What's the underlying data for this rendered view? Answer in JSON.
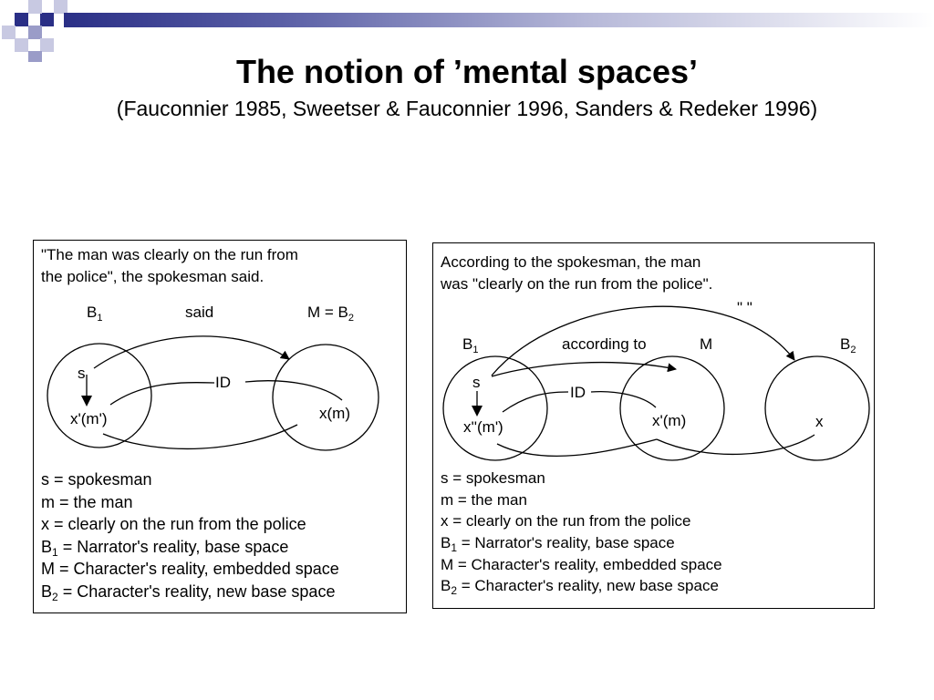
{
  "title": "The notion of ’mental spaces’",
  "subtitle": "(Fauconnier 1985, Sweetser & Fauconnier 1996, Sanders & Redeker 1996)",
  "panel_left": {
    "quote_line1": "\"The man was clearly on the run from",
    "quote_line2": "the police\", the spokesman said.",
    "label_b1": "B",
    "label_b1_sub": "1",
    "label_said": "said",
    "label_mb2": "M = B",
    "label_mb2_sub": "2",
    "label_id": "ID",
    "label_s": "s",
    "label_xm_prime": "x'(m')",
    "label_xm": "x(m)",
    "legend": [
      {
        "main": "s = spokesman",
        "sub": "",
        "rest": ""
      },
      {
        "main": "m = the man",
        "sub": "",
        "rest": ""
      },
      {
        "main": "x = clearly on the run from the police",
        "sub": "",
        "rest": ""
      },
      {
        "main": "B",
        "sub": "1",
        "rest": " = Narrator's reality, base space"
      },
      {
        "main": "M = Character's reality, embedded space",
        "sub": "",
        "rest": ""
      },
      {
        "main": "B",
        "sub": "2",
        "rest": " = Character's reality, new base space"
      }
    ]
  },
  "panel_right": {
    "quote_line1": "According to the spokesman, the man",
    "quote_line2": "was \"clearly on the run from the police\".",
    "label_quotes": "\"  \"",
    "label_b1": "B",
    "label_b1_sub": "1",
    "label_according": "according to",
    "label_m": "M",
    "label_b2": "B",
    "label_b2_sub": "2",
    "label_id": "ID",
    "label_s": "s",
    "label_xm_dprime": "x''(m')",
    "label_xm_prime": "x'(m)",
    "label_x": "x",
    "legend": [
      {
        "main": "s = spokesman",
        "sub": "",
        "rest": ""
      },
      {
        "main": "m = the man",
        "sub": "",
        "rest": ""
      },
      {
        "main": "x = clearly on the run from the police",
        "sub": "",
        "rest": ""
      },
      {
        "main": "B",
        "sub": "1",
        "rest": " = Narrator's reality, base space"
      },
      {
        "main": "M = Character's reality, embedded space",
        "sub": "",
        "rest": ""
      },
      {
        "main": "B",
        "sub": "2",
        "rest": " = Character's reality, new base space"
      }
    ]
  }
}
